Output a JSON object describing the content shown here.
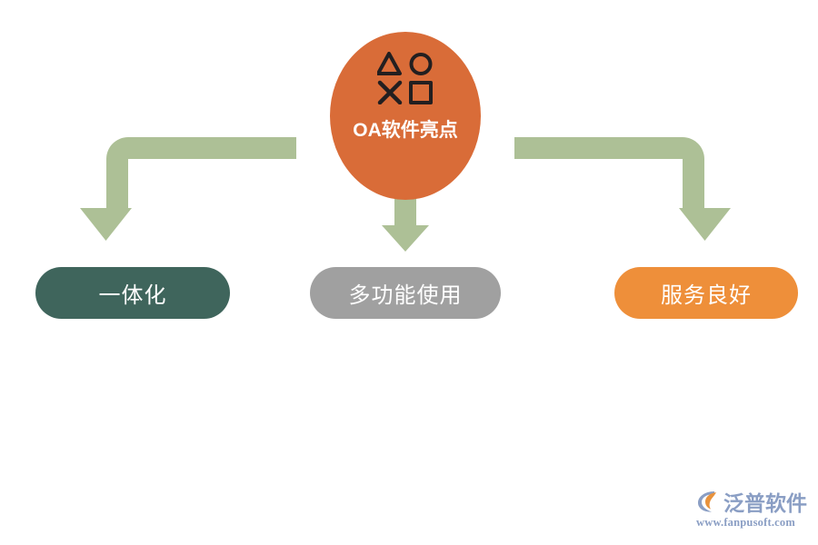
{
  "diagram": {
    "hub": {
      "label": "OA软件亮点",
      "color": "#d96c38",
      "icon_name": "shapes-grid-icon",
      "icon_shapes": [
        "triangle",
        "circle",
        "cross",
        "square"
      ]
    },
    "connectors": [
      {
        "name": "elbow-arrow-left",
        "direction": "left-down",
        "color": "#adc096"
      },
      {
        "name": "straight-arrow-down",
        "direction": "down",
        "color": "#adc096"
      },
      {
        "name": "elbow-arrow-right",
        "direction": "right-down",
        "color": "#adc096"
      }
    ],
    "nodes": [
      {
        "label": "一体化",
        "color": "#3f655c",
        "text_color": "#ffffff"
      },
      {
        "label": "多功能使用",
        "color": "#a0a0a0",
        "text_color": "#ffffff"
      },
      {
        "label": "服务良好",
        "color": "#ee8f3a",
        "text_color": "#ffffff"
      }
    ]
  },
  "brand": {
    "name": "泛普软件",
    "url": "www.fanpusoft.com",
    "color": "#8a9ec4",
    "mark_name": "fanpu-logo-mark"
  }
}
